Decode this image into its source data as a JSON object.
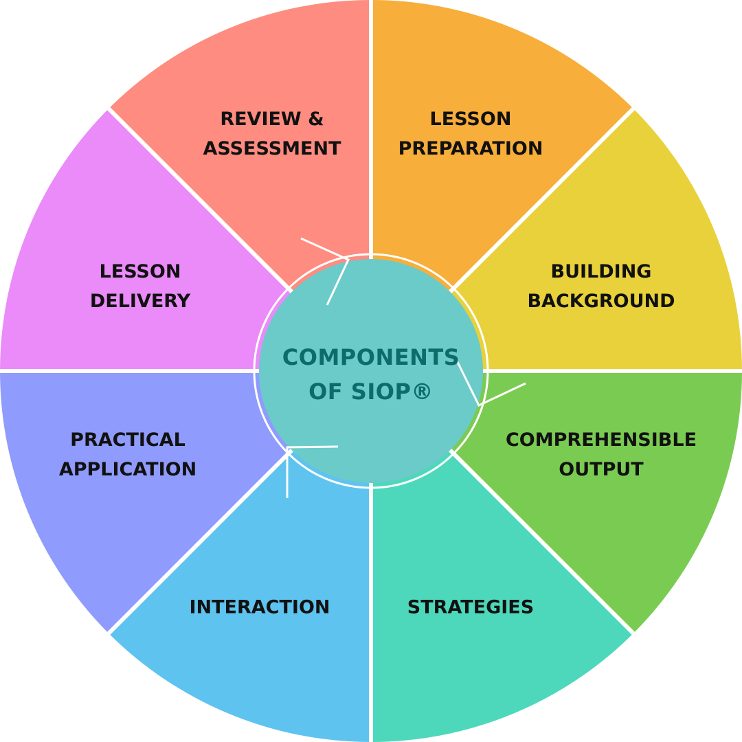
{
  "center": {
    "title_line1": "COMPONENTS",
    "title_line2": "OF SIOP®",
    "color": "#6acbc9",
    "text_color": "#0d6b6b"
  },
  "segments": [
    {
      "line1": "LESSON",
      "line2": "PREPARATION",
      "color": "#f7ae3a"
    },
    {
      "line1": "BUILDING",
      "line2": "BACKGROUND",
      "color": "#e8d13a"
    },
    {
      "line1": "COMPREHENSIBLE",
      "line2": "OUTPUT",
      "color": "#7acb52"
    },
    {
      "line1": "STRATEGIES",
      "line2": "",
      "color": "#4dd8bb"
    },
    {
      "line1": "INTERACTION",
      "line2": "",
      "color": "#5ec3ef"
    },
    {
      "line1": "PRACTICAL",
      "line2": "APPLICATION",
      "color": "#8f9bfd"
    },
    {
      "line1": "LESSON",
      "line2": "DELIVERY",
      "color": "#ea8bf9"
    },
    {
      "line1": "REVIEW &",
      "line2": "ASSESSMENT",
      "color": "#fe8c80"
    }
  ]
}
